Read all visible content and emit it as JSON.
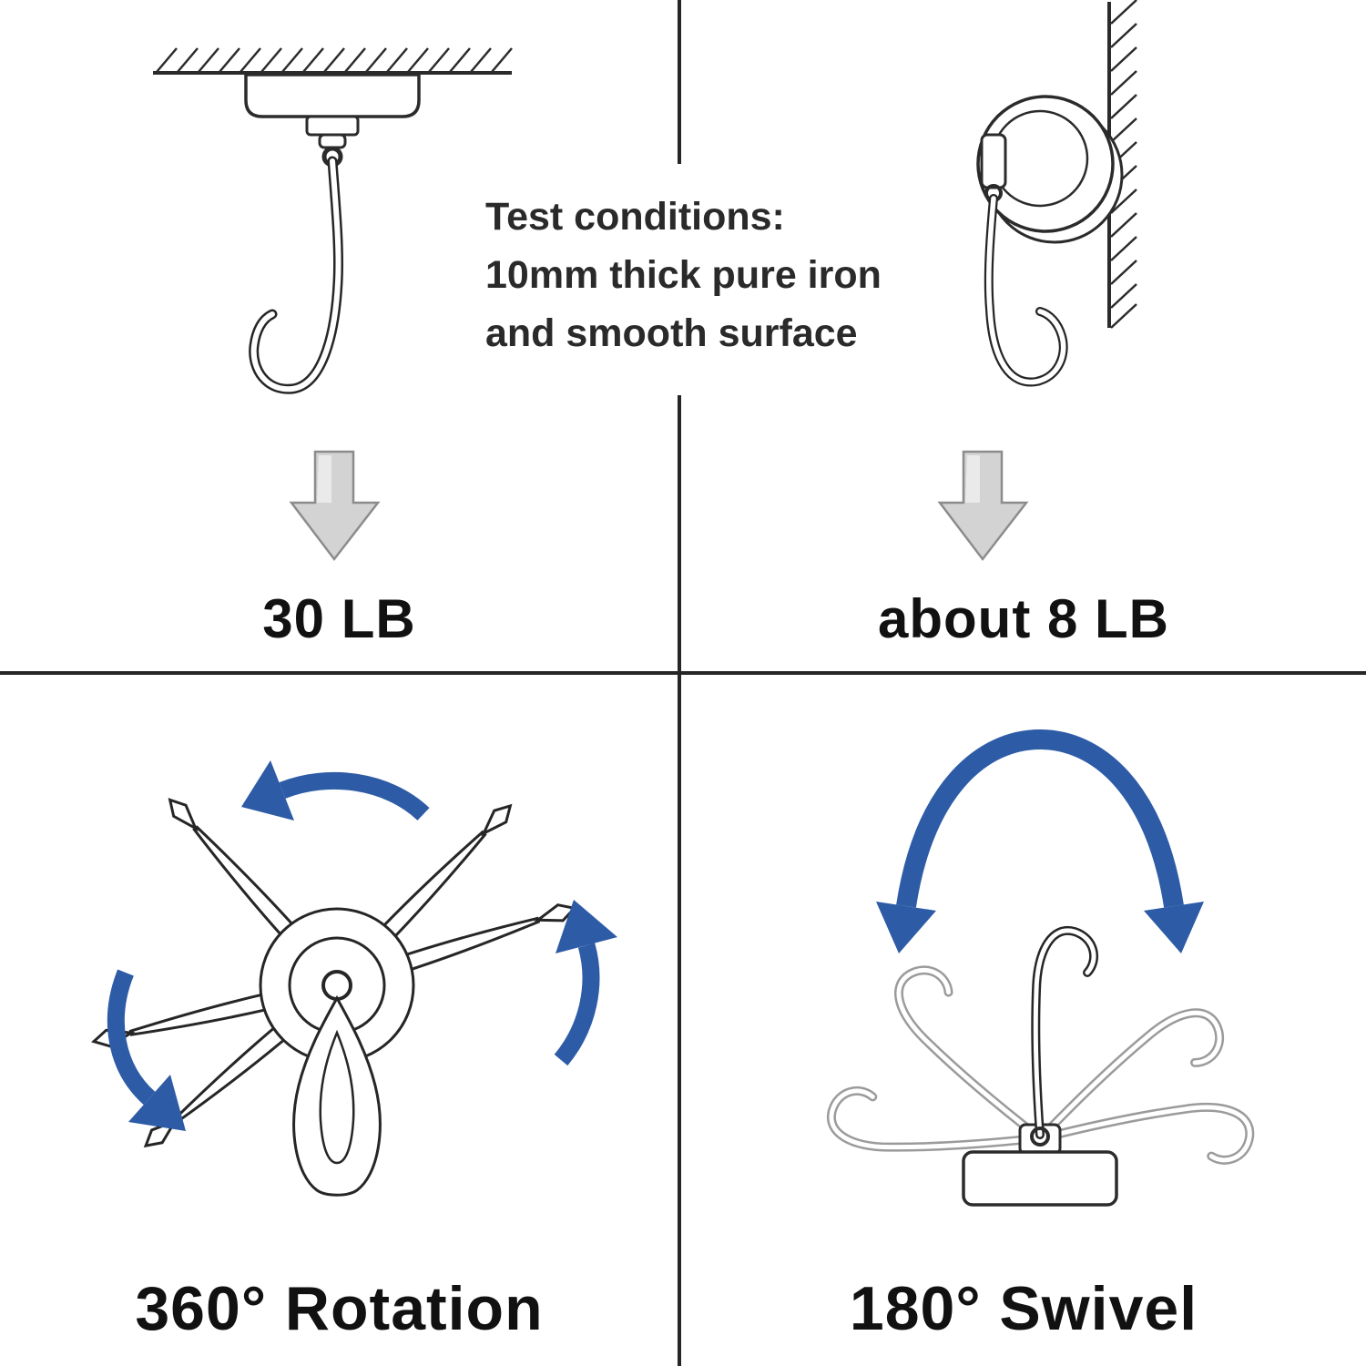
{
  "test_conditions": {
    "lines": [
      "Test conditions:",
      "10mm thick pure iron",
      "and smooth surface"
    ]
  },
  "quadrants": {
    "ceiling_pull_test": {
      "label": "30 LB"
    },
    "wall_pull_test": {
      "label": "about 8 LB"
    },
    "rotation": {
      "label": "360° Rotation"
    },
    "swivel": {
      "label": "180° Swivel"
    }
  },
  "colors": {
    "ink": "#262626",
    "arrow_blue": "#2d5ba6",
    "arrow_gray_fill": "#d3d3d3",
    "arrow_gray_stroke": "#8c8c8c",
    "ghost_hook_gray": "#9b9b9b"
  },
  "illustrations": {
    "ceiling": "magnetic-hook-mounted-on-ceiling",
    "wall": "magnetic-hook-mounted-on-wall",
    "rotation": "hook-rotating-360-degrees",
    "swivel": "hook-swiveling-180-degrees",
    "down_arrow": "gray-3d-down-arrow"
  }
}
